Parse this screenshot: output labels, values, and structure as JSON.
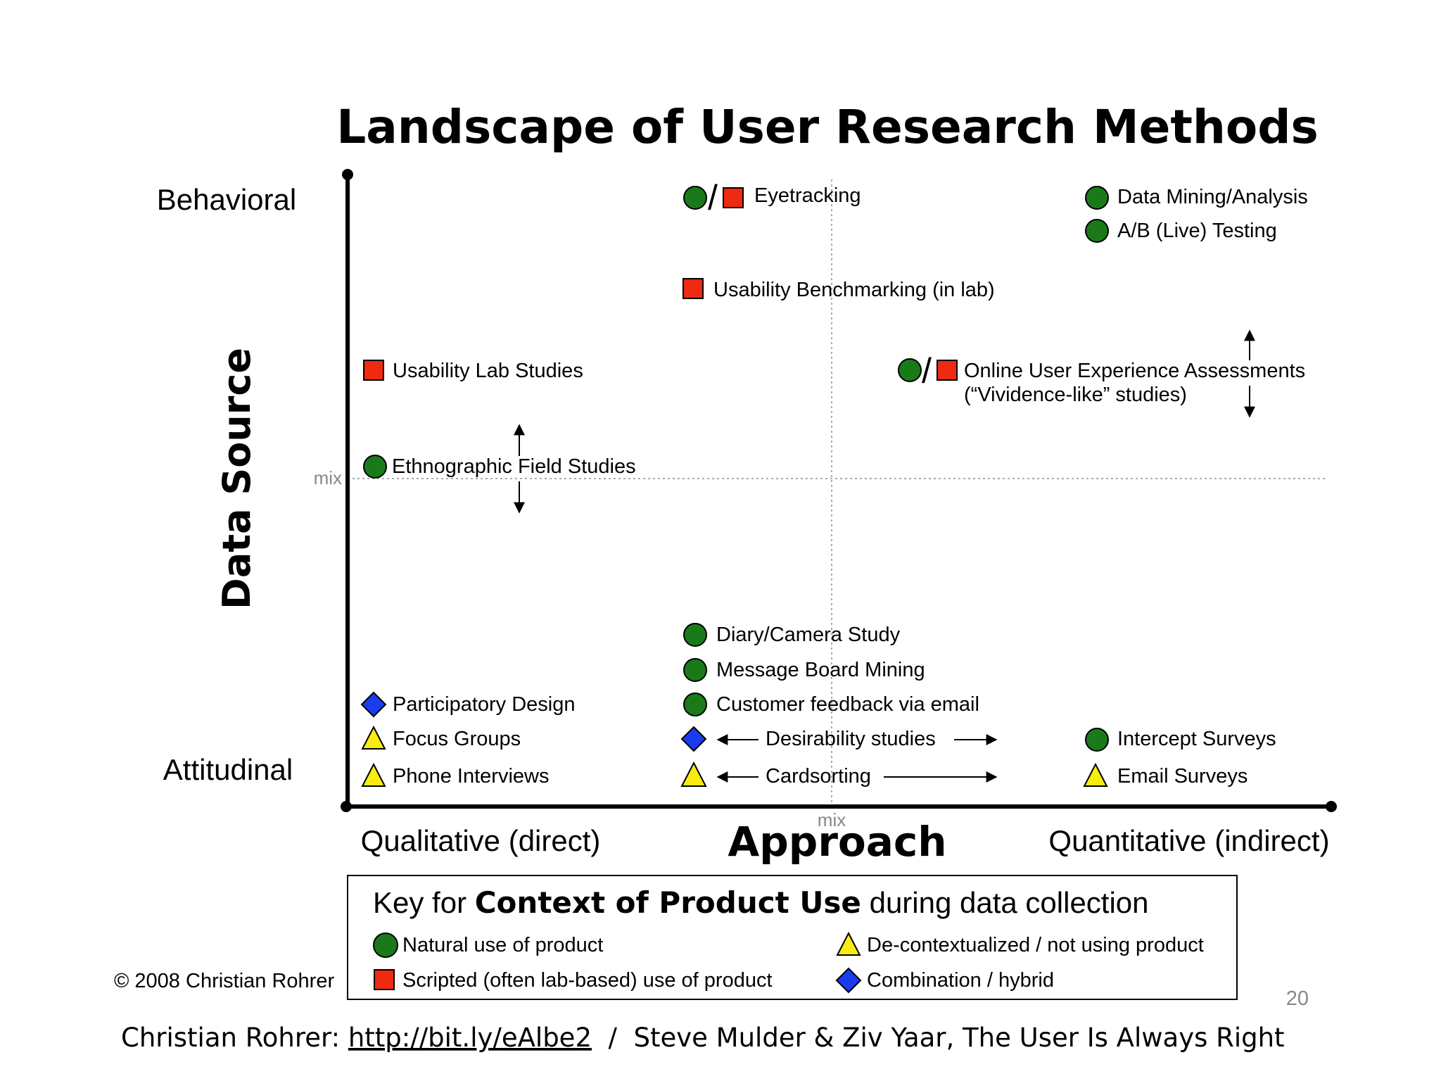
{
  "title": "Landscape of User Research Methods",
  "colors": {
    "natural": "#1a7a1a",
    "scripted": "#ee2a10",
    "decontextualized": "#f7ec10",
    "combination": "#1a3cee",
    "axis": "#000000",
    "gridline": "#aaaaaa",
    "muted": "#888888"
  },
  "axes": {
    "y_title": "Data Source",
    "y_top": "Behavioral",
    "y_bottom": "Attitudinal",
    "y_mid": "mix",
    "x_title": "Approach",
    "x_left": "Qualitative (direct)",
    "x_right": "Quantitative (indirect)",
    "x_mid": "mix"
  },
  "methods": {
    "eyetracking": "Eyetracking",
    "data_mining": "Data Mining/Analysis",
    "ab_testing": "A/B (Live) Testing",
    "usability_benchmarking": "Usability Benchmarking (in lab)",
    "usability_lab": "Usability Lab Studies",
    "online_ux": "Online User Experience Assessments",
    "online_ux_sub": "(“Vividence-like” studies)",
    "ethnographic": "Ethnographic Field Studies",
    "diary": "Diary/Camera Study",
    "message_board": "Message Board Mining",
    "customer_feedback": "Customer feedback via email",
    "participatory": "Participatory Design",
    "focus_groups": "Focus Groups",
    "phone_interviews": "Phone Interviews",
    "desirability": "Desirability studies",
    "cardsorting": "Cardsorting",
    "intercept": "Intercept Surveys",
    "email_surveys": "Email Surveys"
  },
  "key": {
    "prefix": "Key for ",
    "bold": "Context of Product Use",
    "suffix": " during data collection",
    "natural": "Natural use of product",
    "scripted": "Scripted (often lab-based) use of product",
    "decontextualized": "De-contextualized / not using product",
    "combination": "Combination / hybrid"
  },
  "copyright": "© 2008 Christian Rohrer",
  "page_number": "20",
  "footer": {
    "prefix": "Christian Rohrer: ",
    "link": "http://bit.ly/eAlbe2",
    "separator": "  /  ",
    "suffix": "Steve Mulder & Ziv Yaar, The User Is Always Right"
  },
  "icons": {
    "natural": "green-circle-icon",
    "scripted": "red-square-icon",
    "decontextualized": "yellow-triangle-icon",
    "combination": "blue-diamond-icon",
    "arrow_vertical": "double-arrow-vertical-icon",
    "arrow_horizontal": "double-arrow-horizontal-icon"
  }
}
